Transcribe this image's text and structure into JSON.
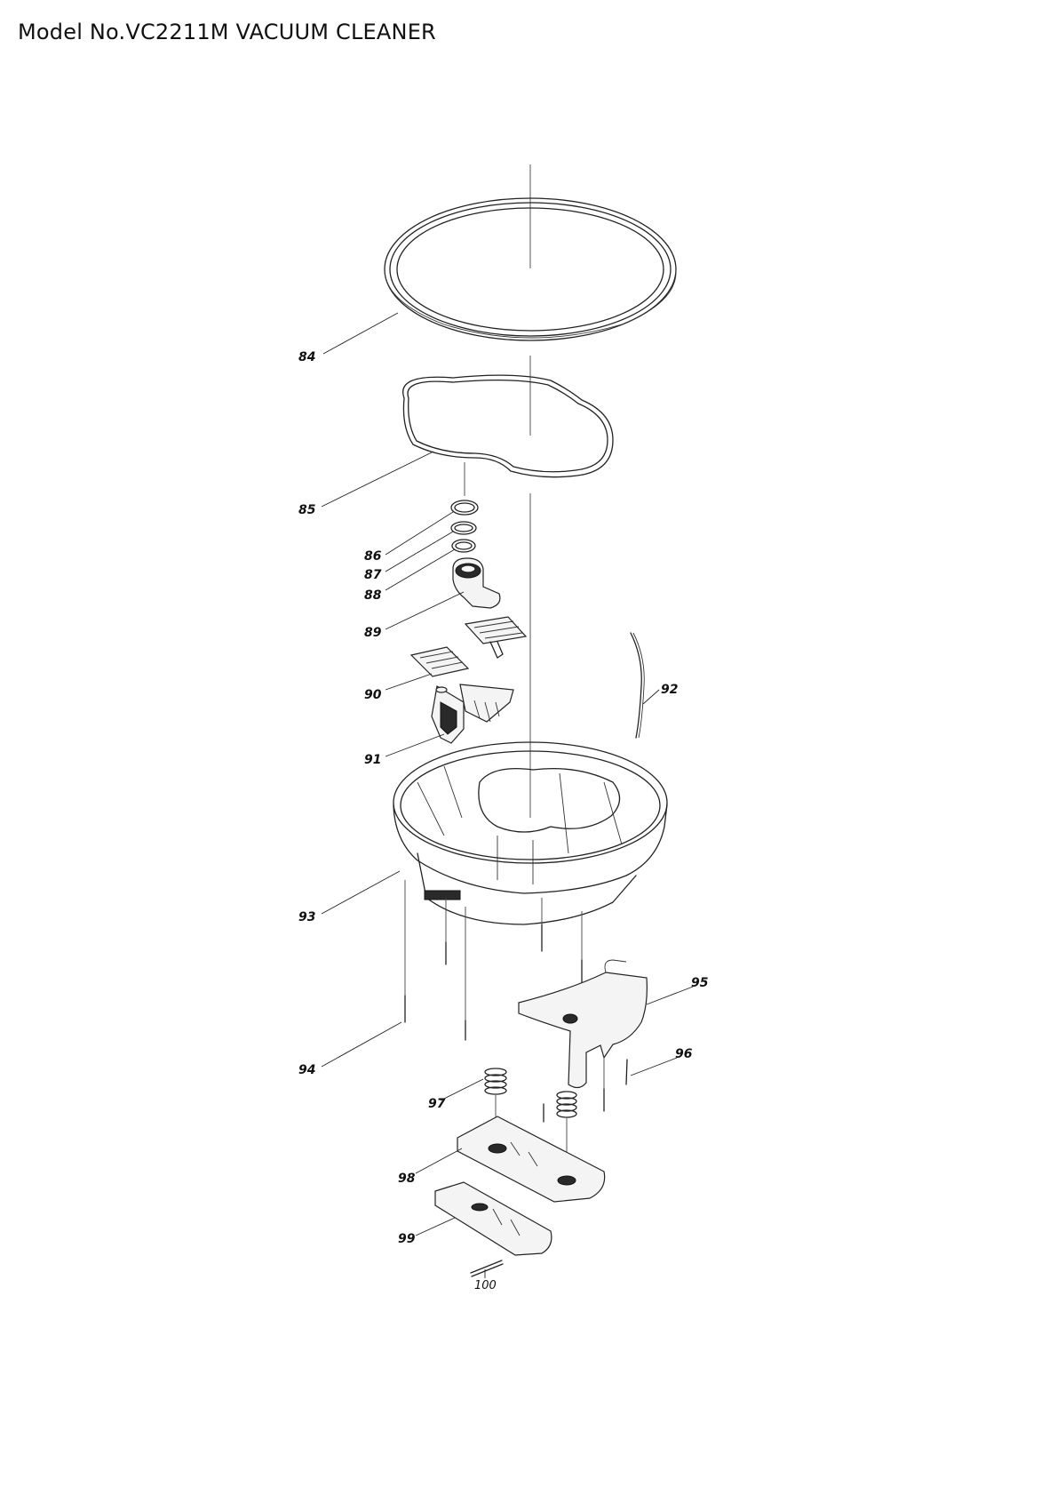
{
  "title": "Model No.VC2211M VACUUM CLEANER",
  "callouts": [
    "84",
    "85",
    "86",
    "87",
    "88",
    "89",
    "90",
    "91",
    "92",
    "93",
    "94",
    "95",
    "96",
    "97",
    "98",
    "99",
    "100"
  ]
}
